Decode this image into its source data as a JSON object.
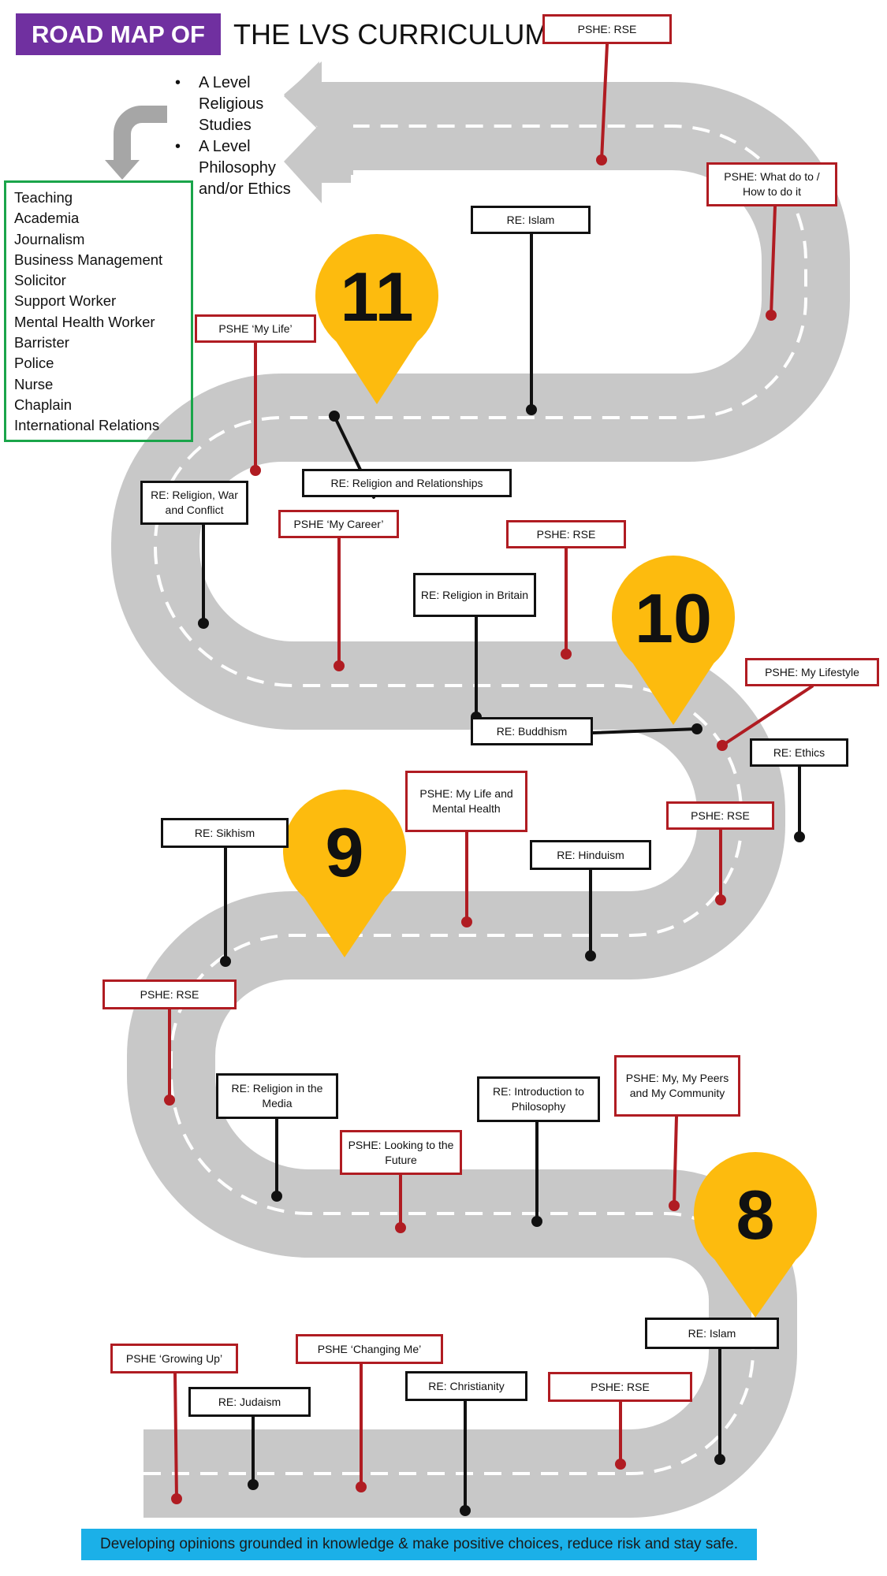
{
  "title": {
    "badge": "ROAD MAP OF",
    "text": "THE LVS CURRICULUM"
  },
  "a_levels": [
    "A Level Religious Studies",
    "A Level Philosophy and/or Ethics"
  ],
  "careers": [
    "Teaching",
    "Academia",
    "Journalism",
    "Business Management",
    "Solicitor",
    "Support Worker",
    "Mental Health Worker",
    "Barrister",
    "Police",
    "Nurse",
    "Chaplain",
    "International Relations"
  ],
  "markers": [
    "11",
    "10",
    "9",
    "8"
  ],
  "colors": {
    "purple": "#7030a0",
    "road": "#c8c8c8",
    "marker": "#fdbb0e",
    "pshe_red": "#b01c22",
    "careers_green": "#1aa54a",
    "banner_blue": "#1bb0e8"
  },
  "labels": {
    "pshe_rse_top": "PSHE: RSE",
    "pshe_what_do": "PSHE: What do to / How to do it",
    "re_islam_top": "RE: Islam",
    "pshe_my_life": "PSHE ‘My Life’",
    "re_religion_relationships": "RE: Religion and Relationships",
    "re_religion_war": "RE: Religion, War and Conflict",
    "pshe_my_career": "PSHE ‘My Career’",
    "pshe_rse_mid": "PSHE: RSE",
    "re_religion_britain": "RE: Religion in Britain",
    "pshe_my_lifestyle": "PSHE: My Lifestyle",
    "re_buddhism": "RE: Buddhism",
    "re_ethics": "RE: Ethics",
    "pshe_mental_health": "PSHE: My Life and Mental Health",
    "pshe_rse_9": "PSHE: RSE",
    "re_sikhism": "RE: Sikhism",
    "re_hinduism": "RE: Hinduism",
    "pshe_rse_left": "PSHE: RSE",
    "pshe_peers": "PSHE: My, My Peers and My Community",
    "re_religion_media": "RE: Religion in the Media",
    "re_intro_philosophy": "RE: Introduction to Philosophy",
    "pshe_looking_future": "PSHE: Looking to the Future",
    "re_islam_bottom": "RE: Islam",
    "pshe_growing_up": "PSHE ‘Growing Up’",
    "pshe_changing_me": "PSHE ‘Changing Me’",
    "re_christianity": "RE: Christianity",
    "re_judaism": "RE: Judaism",
    "pshe_rse_bottom": "PSHE: RSE"
  },
  "banner": "Developing opinions grounded in knowledge & make positive choices, reduce risk and stay safe."
}
